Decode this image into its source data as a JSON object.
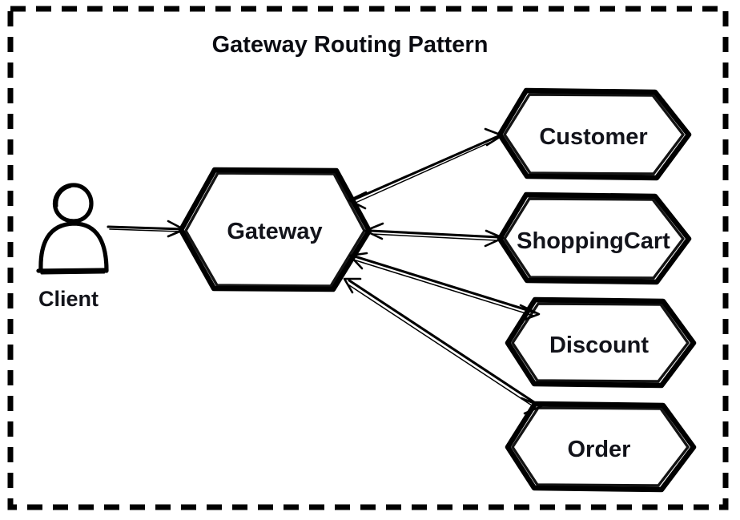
{
  "diagram": {
    "title": "Gateway Routing Pattern",
    "style": "hand-drawn sketch",
    "border": {
      "kind": "dashed-rectangle",
      "color": "#000000"
    },
    "background_color": "#ffffff",
    "stroke_color": "#000000",
    "text_color": "#12131a",
    "actor": {
      "id": "client",
      "label": "Client",
      "shape": "stick-figure-actor"
    },
    "gateway": {
      "id": "gateway",
      "label": "Gateway",
      "shape": "hexagon"
    },
    "services": [
      {
        "id": "customer",
        "label": "Customer",
        "shape": "hexagon"
      },
      {
        "id": "shoppingcart",
        "label": "ShoppingCart",
        "shape": "hexagon"
      },
      {
        "id": "discount",
        "label": "Discount",
        "shape": "hexagon"
      },
      {
        "id": "order",
        "label": "Order",
        "shape": "hexagon"
      }
    ],
    "connections": [
      {
        "from": "client",
        "to": "gateway",
        "direction": "one-way"
      },
      {
        "from": "gateway",
        "to": "customer",
        "direction": "two-way"
      },
      {
        "from": "gateway",
        "to": "shoppingcart",
        "direction": "two-way"
      },
      {
        "from": "gateway",
        "to": "discount",
        "direction": "two-way"
      },
      {
        "from": "gateway",
        "to": "order",
        "direction": "two-way"
      }
    ]
  }
}
